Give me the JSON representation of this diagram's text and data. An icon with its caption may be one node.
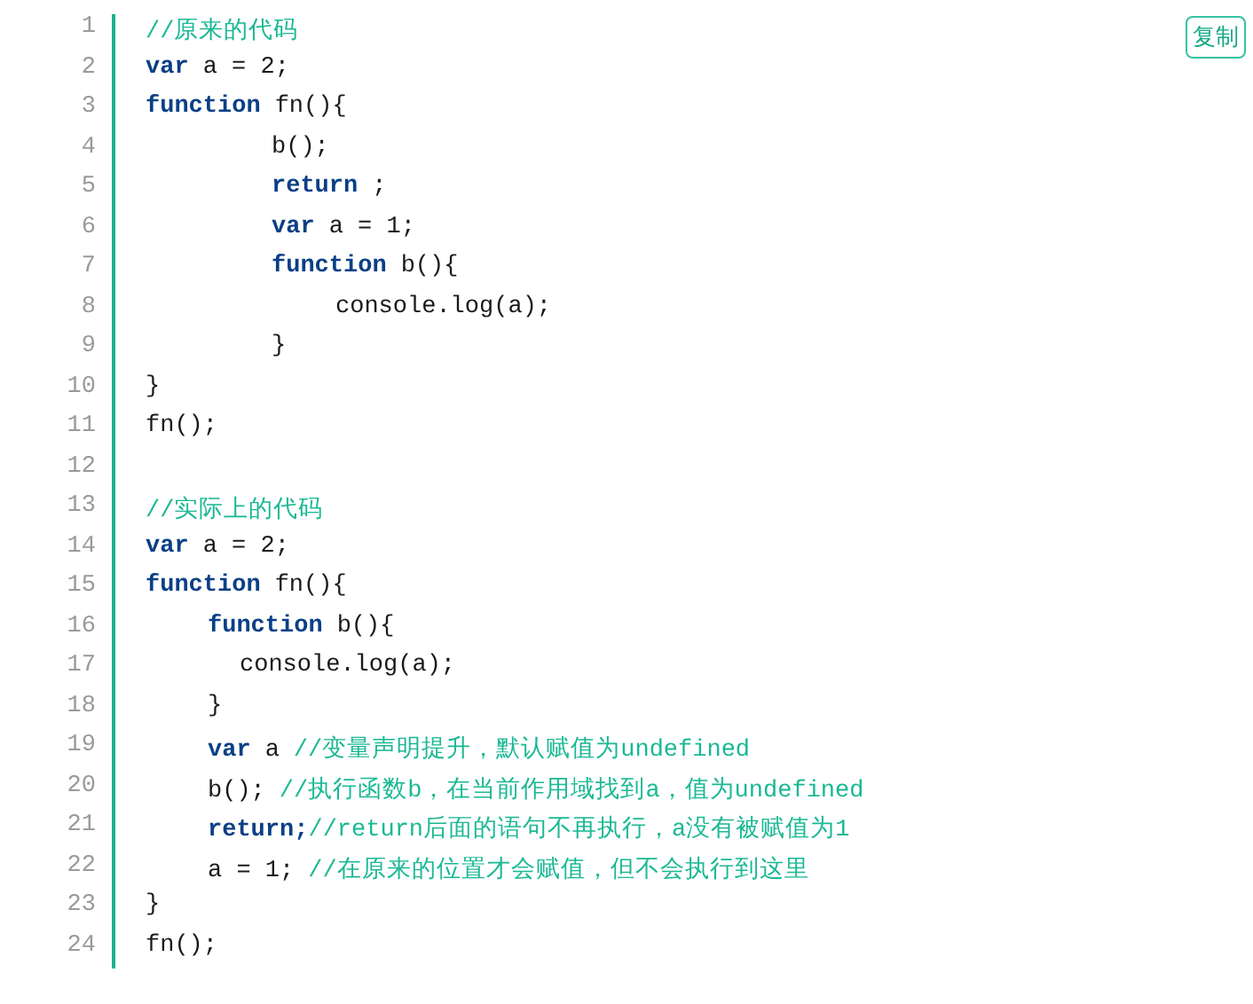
{
  "diagram": {
    "labels": [
      "1",
      "//原来的代码",
      "2",
      "var",
      "a = 2;",
      "3",
      "function",
      "fn(){",
      "4",
      "b();",
      "5",
      "return",
      ";",
      "6",
      "var",
      "a = 1;",
      "7",
      "function",
      "b(){",
      "8",
      "console.log(a);",
      "9",
      "}",
      "10",
      "}",
      "11",
      "fn();",
      "12",
      "13",
      "//实际上的代码",
      "14",
      "var",
      "a = 2;",
      "15",
      "function",
      "fn(){",
      "16",
      "function",
      "b(){",
      "17",
      "console.log(a);",
      "18",
      "}",
      "19",
      "var",
      "a",
      "//变量声明提升，默认赋值为undefined",
      "20",
      "b();",
      "//执行函数b，在当前作用域找到a，值为undefined",
      "21",
      "return;",
      "//return后面的语句不再执行，a没有被赋值为1",
      "22",
      "a = 1;",
      "//在原来的位置才会赋值，但不会执行到这里",
      "23",
      "}",
      "24",
      "fn();",
      "复制"
    ]
  }
}
